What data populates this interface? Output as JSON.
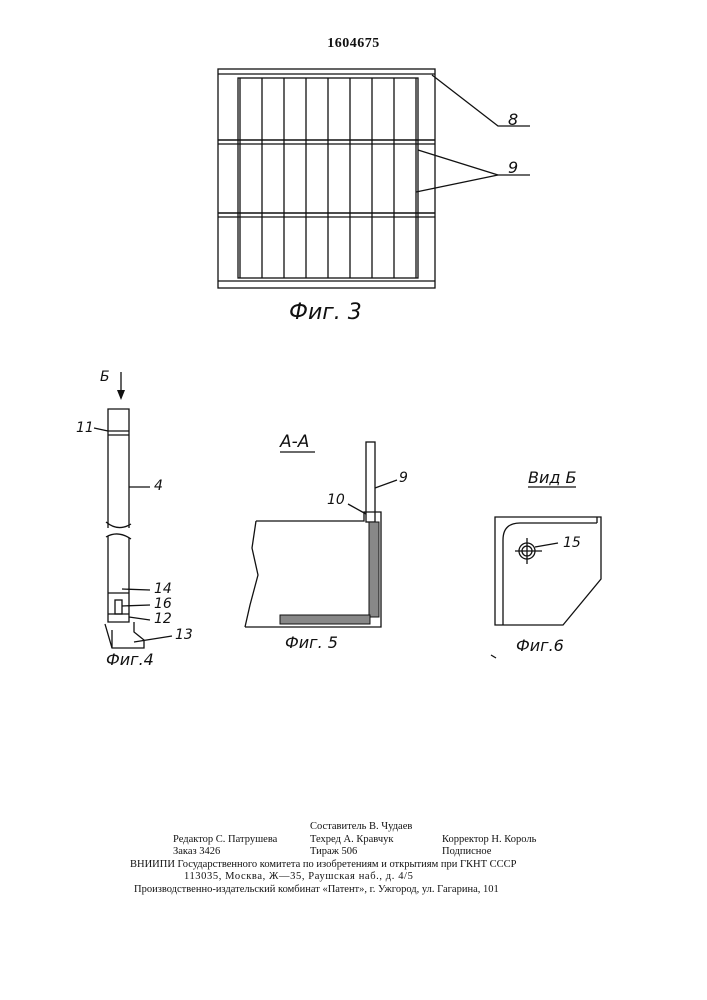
{
  "patent_number": "1604675",
  "figures": {
    "fig3": {
      "caption": "Фиг. 3",
      "labels": {
        "8": "8",
        "9": "9"
      }
    },
    "fig4": {
      "caption": "Фиг.4",
      "view_letter": "Б",
      "labels": [
        "11",
        "4",
        "14",
        "16",
        "12",
        "13"
      ]
    },
    "fig5": {
      "section_title": "А-А",
      "caption": "Фиг. 5",
      "labels": [
        "10",
        "9"
      ]
    },
    "fig6": {
      "view_title": "Вид Б",
      "caption": "Фиг.6",
      "labels": [
        "15"
      ]
    }
  },
  "imprint": {
    "compiler": "Составитель В. Чудаев",
    "editor": "Редактор С. Патрушева",
    "techred": "Техред А. Кравчук",
    "corrector": "Корректор Н. Король",
    "order": "Заказ 3426",
    "circulation": "Тираж 506",
    "subscription": "Подписное",
    "institute": "ВНИИПИ Государственного комитета по изобретениям и открытиям при ГКНТ СССР",
    "address": "113035, Москва, Ж—35, Раушская наб., д. 4/5",
    "plant": "Производственно-издательский комбинат «Патент», г. Ужгород, ул. Гагарина, 101"
  }
}
